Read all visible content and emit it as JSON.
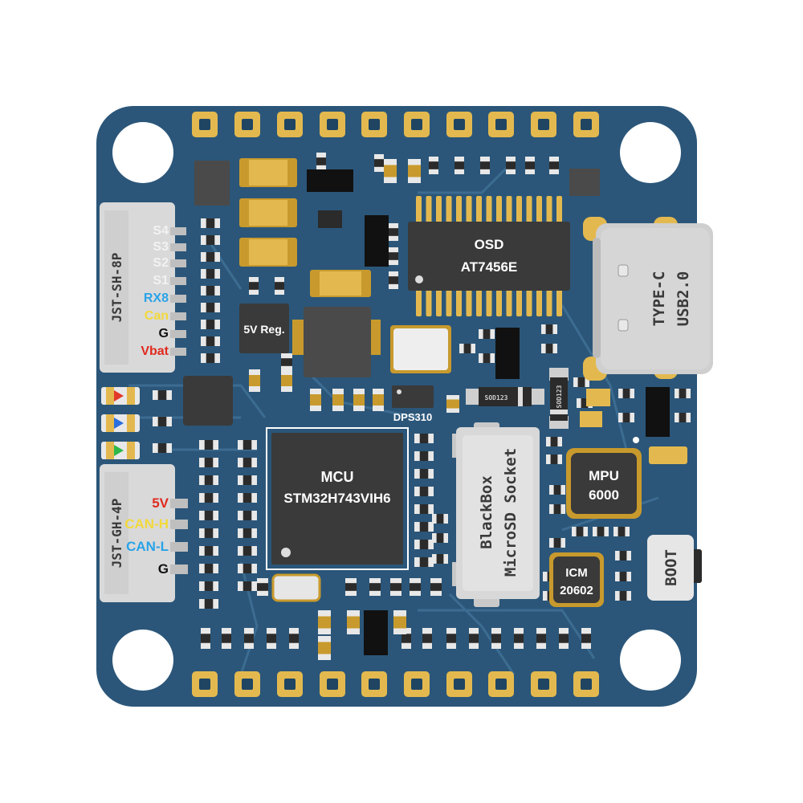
{
  "board": {
    "colors": {
      "pcb": "#2b5679",
      "pcb_dark": "#1f4563",
      "trace": "#3c6c91",
      "gold": "#e3b94f",
      "gold_dark": "#c89a2d",
      "chip": "#3a3a3a",
      "connector": "#d9d9d9",
      "white_label": "#ffffff",
      "s_label": "#f2f2f2",
      "rx_label": "#2aa3e8",
      "can_label": "#f2d93b",
      "g_label": "#111111",
      "vbat_label": "#e02a1f",
      "v5_label": "#e02a1f",
      "canh_label": "#f2d93b",
      "canl_label": "#2aa3e8"
    },
    "chips": {
      "osd": {
        "line1": "OSD",
        "line2": "AT7456E"
      },
      "mcu": {
        "line1": "MCU",
        "line2": "STM32H743VIH6"
      },
      "mpu": {
        "line1": "MPU",
        "line2": "6000"
      },
      "icm": {
        "line1": "ICM",
        "line2": "20602"
      },
      "baro": {
        "label": "DPS310"
      },
      "regulator": {
        "label": "5V Reg."
      }
    },
    "usb": {
      "line1": "TYPE-C",
      "line2": "USB2.0"
    },
    "sd": {
      "line1": "BlackBox",
      "line2": "MicroSD Socket"
    },
    "boot": {
      "label": "BOOT"
    },
    "diode_labels": {
      "sod_a": "SOD123",
      "sod_b": "SOD123"
    },
    "connector_8p": {
      "name": "JST-SH-8P",
      "pins": [
        {
          "label": "S4",
          "color": "#f2f2f2"
        },
        {
          "label": "S3",
          "color": "#f2f2f2"
        },
        {
          "label": "S2",
          "color": "#f2f2f2"
        },
        {
          "label": "S1",
          "color": "#f2f2f2"
        },
        {
          "label": "RX8",
          "color": "#2aa3e8"
        },
        {
          "label": "Can",
          "color": "#f2d93b"
        },
        {
          "label": "G",
          "color": "#111111"
        },
        {
          "label": "Vbat",
          "color": "#e02a1f"
        }
      ]
    },
    "connector_4p": {
      "name": "JST-GH-4P",
      "pins": [
        {
          "label": "5V",
          "color": "#e02a1f"
        },
        {
          "label": "CAN-H",
          "color": "#f2d93b"
        },
        {
          "label": "CAN-L",
          "color": "#2aa3e8"
        },
        {
          "label": "G",
          "color": "#111111"
        }
      ]
    },
    "leds": [
      {
        "name": "red-led",
        "color": "#e23a2a"
      },
      {
        "name": "blue-led",
        "color": "#2a6fe0"
      },
      {
        "name": "green-led",
        "color": "#2fb84a"
      }
    ]
  }
}
